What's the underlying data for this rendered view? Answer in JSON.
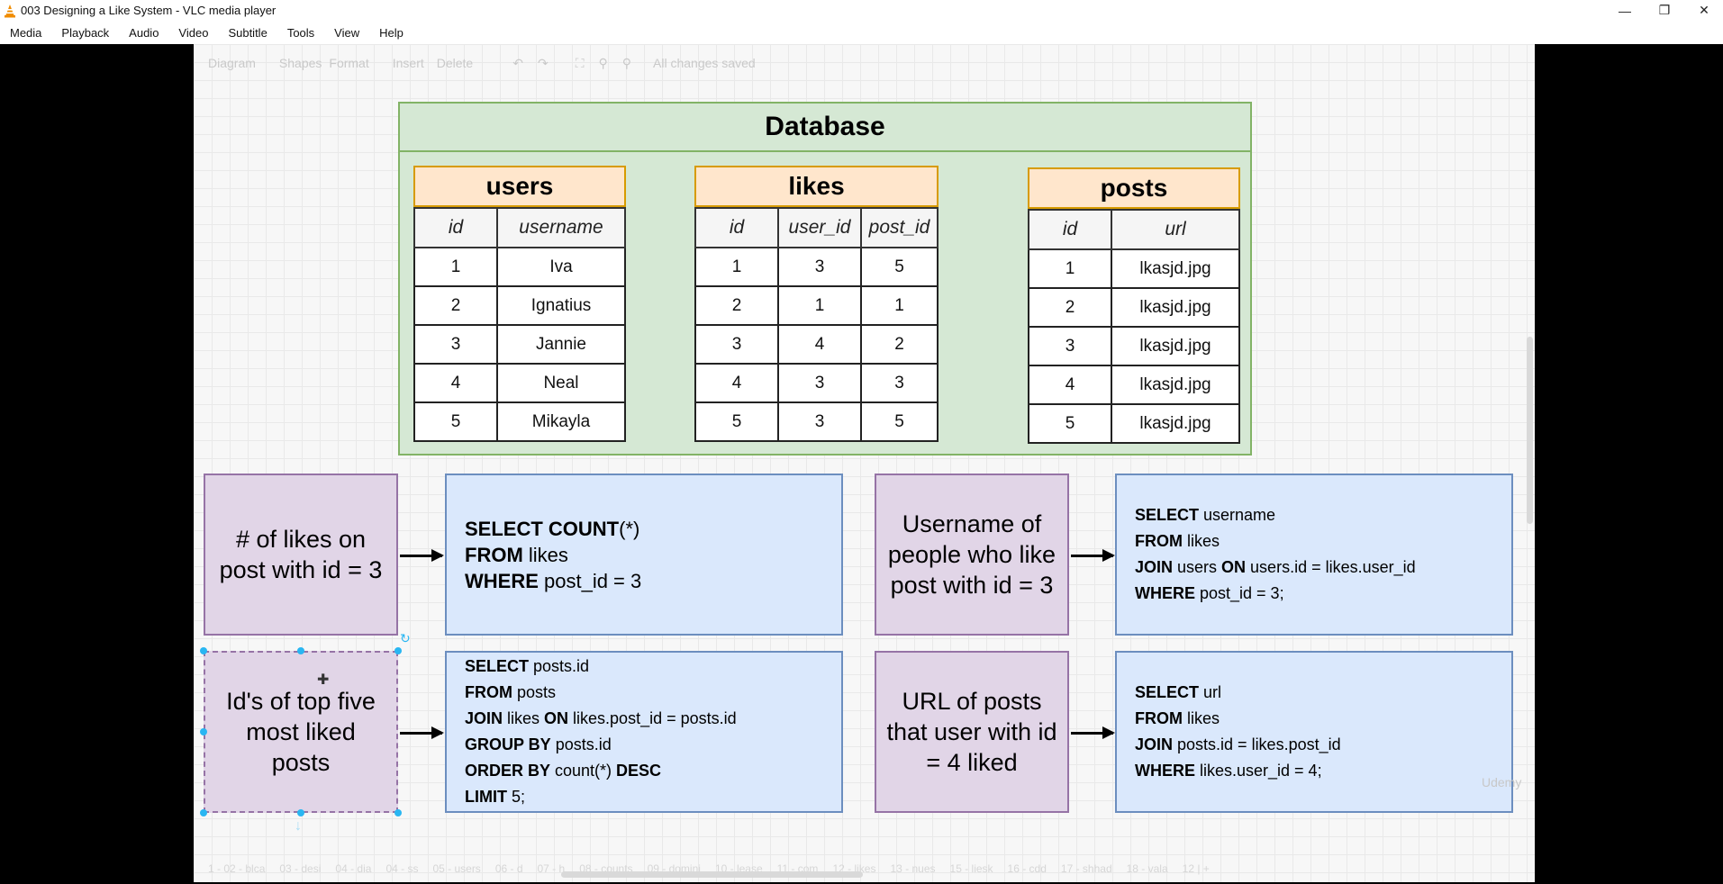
{
  "window": {
    "title": "003 Designing a Like System - VLC media player"
  },
  "menu": [
    "Media",
    "Playback",
    "Audio",
    "Video",
    "Subtitle",
    "Tools",
    "View",
    "Help"
  ],
  "toolbar": [
    "Diagram",
    "Shapes",
    "Format",
    "Insert",
    "Delete",
    "All changes saved"
  ],
  "database": {
    "title": "Database",
    "tables": [
      {
        "name": "users",
        "columns": [
          "id",
          "username"
        ],
        "rows": [
          [
            "1",
            "Iva"
          ],
          [
            "2",
            "Ignatius"
          ],
          [
            "3",
            "Jannie"
          ],
          [
            "4",
            "Neal"
          ],
          [
            "5",
            "Mikayla"
          ]
        ]
      },
      {
        "name": "likes",
        "columns": [
          "id",
          "user_id",
          "post_id"
        ],
        "rows": [
          [
            "1",
            "3",
            "5"
          ],
          [
            "2",
            "1",
            "1"
          ],
          [
            "3",
            "4",
            "2"
          ],
          [
            "4",
            "3",
            "3"
          ],
          [
            "5",
            "3",
            "5"
          ]
        ]
      },
      {
        "name": "posts",
        "columns": [
          "id",
          "url"
        ],
        "rows": [
          [
            "1",
            "lkasjd.jpg"
          ],
          [
            "2",
            "lkasjd.jpg"
          ],
          [
            "3",
            "lkasjd.jpg"
          ],
          [
            "4",
            "lkasjd.jpg"
          ],
          [
            "5",
            "lkasjd.jpg"
          ]
        ]
      }
    ]
  },
  "queries": [
    {
      "question": "# of likes on post with id = 3",
      "sql": [
        [
          {
            "k": "SELECT COUNT"
          },
          {
            "t": "(*)"
          }
        ],
        [
          {
            "k": "FROM"
          },
          {
            "t": " likes"
          }
        ],
        [
          {
            "k": "WHERE"
          },
          {
            "t": " post_id = 3"
          }
        ]
      ]
    },
    {
      "question": "Username of people who like post with id = 3",
      "sql": [
        [
          {
            "k": "SELECT"
          },
          {
            "t": " username"
          }
        ],
        [
          {
            "k": "FROM"
          },
          {
            "t": " likes"
          }
        ],
        [
          {
            "k": "JOIN"
          },
          {
            "t": " users "
          },
          {
            "k": "ON"
          },
          {
            "t": " users.id = likes.user_id"
          }
        ],
        [
          {
            "k": "WHERE"
          },
          {
            "t": " post_id = 3;"
          }
        ]
      ]
    },
    {
      "question": "Id's of top five most liked posts",
      "sql": [
        [
          {
            "k": "SELECT"
          },
          {
            "t": " posts.id"
          }
        ],
        [
          {
            "k": "FROM"
          },
          {
            "t": " posts"
          }
        ],
        [
          {
            "k": "JOIN"
          },
          {
            "t": " likes "
          },
          {
            "k": "ON"
          },
          {
            "t": " likes.post_id = posts.id"
          }
        ],
        [
          {
            "k": "GROUP BY"
          },
          {
            "t": " posts.id"
          }
        ],
        [
          {
            "k": "ORDER BY"
          },
          {
            "t": " count(*) "
          },
          {
            "k": "DESC"
          }
        ],
        [
          {
            "k": "LIMIT"
          },
          {
            "t": " 5;"
          }
        ]
      ]
    },
    {
      "question": "URL of posts that user with id = 4 liked",
      "sql": [
        [
          {
            "k": "SELECT"
          },
          {
            "t": " url"
          }
        ],
        [
          {
            "k": "FROM"
          },
          {
            "t": " likes"
          }
        ],
        [
          {
            "k": "JOIN"
          },
          {
            "t": " posts.id = likes.post_id"
          }
        ],
        [
          {
            "k": "WHERE"
          },
          {
            "t": " likes.user_id = 4;"
          }
        ]
      ]
    }
  ],
  "bottom_tabs": [
    "1 - 02 - blca",
    "03 - desi",
    "04 - dia",
    "04 - ss",
    "05 - users",
    "06 - d",
    "07 - h",
    "08 - counts",
    "09 - domini",
    "10 - lease",
    "11 - com",
    "12 - likes",
    "13 - nues",
    "15 - liesk",
    "16 - cdd",
    "17 - shhad",
    "18 - vala",
    "12 | +"
  ],
  "watermark": "Udemy"
}
